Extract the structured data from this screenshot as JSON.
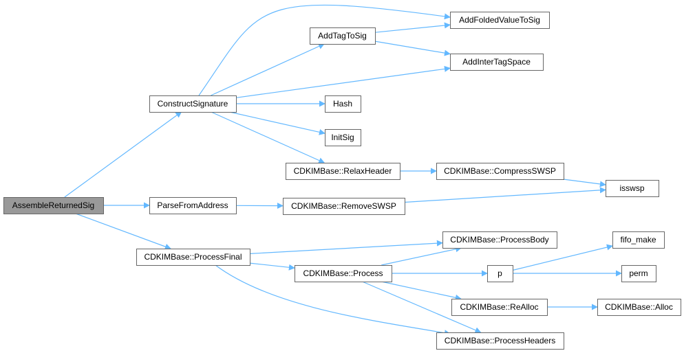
{
  "nodes": [
    {
      "id": "AssembleReturnedSig",
      "label": "AssembleReturnedSig",
      "root": true
    },
    {
      "id": "ConstructSignature",
      "label": "ConstructSignature"
    },
    {
      "id": "ParseFromAddress",
      "label": "ParseFromAddress"
    },
    {
      "id": "ProcessFinal",
      "label": "CDKIMBase::ProcessFinal"
    },
    {
      "id": "AddTagToSig",
      "label": "AddTagToSig"
    },
    {
      "id": "AddFoldedValueToSig",
      "label": "AddFoldedValueToSig"
    },
    {
      "id": "AddInterTagSpace",
      "label": "AddInterTagSpace"
    },
    {
      "id": "Hash",
      "label": "Hash"
    },
    {
      "id": "InitSig",
      "label": "InitSig"
    },
    {
      "id": "RelaxHeader",
      "label": "CDKIMBase::RelaxHeader"
    },
    {
      "id": "CompressSWSP",
      "label": "CDKIMBase::CompressSWSP"
    },
    {
      "id": "isswsp",
      "label": "isswsp"
    },
    {
      "id": "RemoveSWSP",
      "label": "CDKIMBase::RemoveSWSP"
    },
    {
      "id": "ProcessBody",
      "label": "CDKIMBase::ProcessBody"
    },
    {
      "id": "Process",
      "label": "CDKIMBase::Process"
    },
    {
      "id": "p",
      "label": "p"
    },
    {
      "id": "fifo_make",
      "label": "fifo_make"
    },
    {
      "id": "perm",
      "label": "perm"
    },
    {
      "id": "ReAlloc",
      "label": "CDKIMBase::ReAlloc"
    },
    {
      "id": "Alloc",
      "label": "CDKIMBase::Alloc"
    },
    {
      "id": "ProcessHeaders",
      "label": "CDKIMBase::ProcessHeaders"
    }
  ],
  "edges": [
    {
      "from": "AssembleReturnedSig",
      "to": "ConstructSignature"
    },
    {
      "from": "AssembleReturnedSig",
      "to": "ParseFromAddress"
    },
    {
      "from": "AssembleReturnedSig",
      "to": "ProcessFinal"
    },
    {
      "from": "ConstructSignature",
      "to": "AddFoldedValueToSig"
    },
    {
      "from": "ConstructSignature",
      "to": "AddTagToSig"
    },
    {
      "from": "ConstructSignature",
      "to": "AddInterTagSpace"
    },
    {
      "from": "ConstructSignature",
      "to": "Hash"
    },
    {
      "from": "ConstructSignature",
      "to": "InitSig"
    },
    {
      "from": "ConstructSignature",
      "to": "RelaxHeader"
    },
    {
      "from": "AddTagToSig",
      "to": "AddFoldedValueToSig"
    },
    {
      "from": "AddTagToSig",
      "to": "AddInterTagSpace"
    },
    {
      "from": "RelaxHeader",
      "to": "CompressSWSP"
    },
    {
      "from": "CompressSWSP",
      "to": "isswsp"
    },
    {
      "from": "ParseFromAddress",
      "to": "RemoveSWSP"
    },
    {
      "from": "RemoveSWSP",
      "to": "isswsp"
    },
    {
      "from": "ProcessFinal",
      "to": "ProcessBody"
    },
    {
      "from": "ProcessFinal",
      "to": "Process"
    },
    {
      "from": "ProcessFinal",
      "to": "ProcessHeaders"
    },
    {
      "from": "Process",
      "to": "ProcessBody"
    },
    {
      "from": "Process",
      "to": "p"
    },
    {
      "from": "Process",
      "to": "ReAlloc"
    },
    {
      "from": "Process",
      "to": "ProcessHeaders"
    },
    {
      "from": "p",
      "to": "fifo_make"
    },
    {
      "from": "p",
      "to": "perm"
    },
    {
      "from": "ReAlloc",
      "to": "Alloc"
    }
  ],
  "colors": {
    "edge": "#63b8ff",
    "node_border": "#666666",
    "root_fill": "#999999",
    "node_fill": "#ffffff"
  }
}
